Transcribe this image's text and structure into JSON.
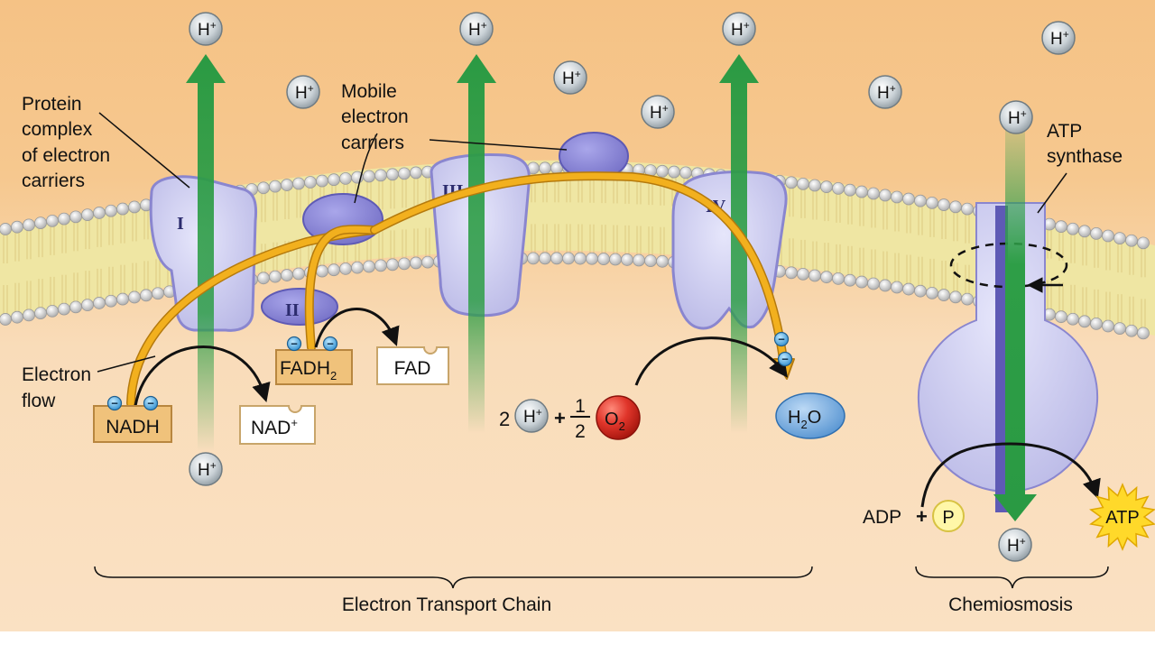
{
  "colors": {
    "background_top": "#f5c285",
    "background_bottom": "#fae1c3",
    "membrane": "#efe6a3",
    "lipid_head": "#c9c9c9",
    "protein": "#cfd0f2",
    "protein_dark": "#8a86cf",
    "proton_pump_arrow": "#2e9e47",
    "electron_path": "#f2b01e",
    "oxygen": "#d8261c",
    "water": "#6aa5dc",
    "phosphate": "#fff7a8",
    "atp_burst": "#ffd92a",
    "carrier_box": "#f0c27b"
  },
  "icons": [
    "hydrogen-ion-icon",
    "electron-icon",
    "oxygen-icon",
    "water-icon",
    "phosphate-icon",
    "atp-burst-icon"
  ],
  "proton_label": "H",
  "proton_charge": "+",
  "electron_sign": "−",
  "complexes": [
    "I",
    "II",
    "III",
    "IV"
  ],
  "labels": {
    "protein_complex": [
      "Protein",
      "complex",
      "of electron",
      "carriers"
    ],
    "mobile_carriers": [
      "Mobile",
      "electron",
      "carriers"
    ],
    "atp_synthase": [
      "ATP",
      "synthase"
    ],
    "electron_flow": [
      "Electron",
      "flow"
    ]
  },
  "molecules": {
    "nadh": "NADH",
    "nad_base": "NAD",
    "nad_charge": "+",
    "fadh_base": "FADH",
    "fadh_sub": "2",
    "fad": "FAD",
    "water_h": "H",
    "water_sub": "2",
    "water_o": "O",
    "oxygen_base": "O",
    "oxygen_sub": "2",
    "reaction_coef": "2",
    "plus": "+",
    "half_num": "1",
    "half_den": "2",
    "adp": "ADP",
    "phosphate": "P",
    "atp": "ATP"
  },
  "sections": {
    "etc": "Electron Transport Chain",
    "chemiosmosis": "Chemiosmosis"
  }
}
